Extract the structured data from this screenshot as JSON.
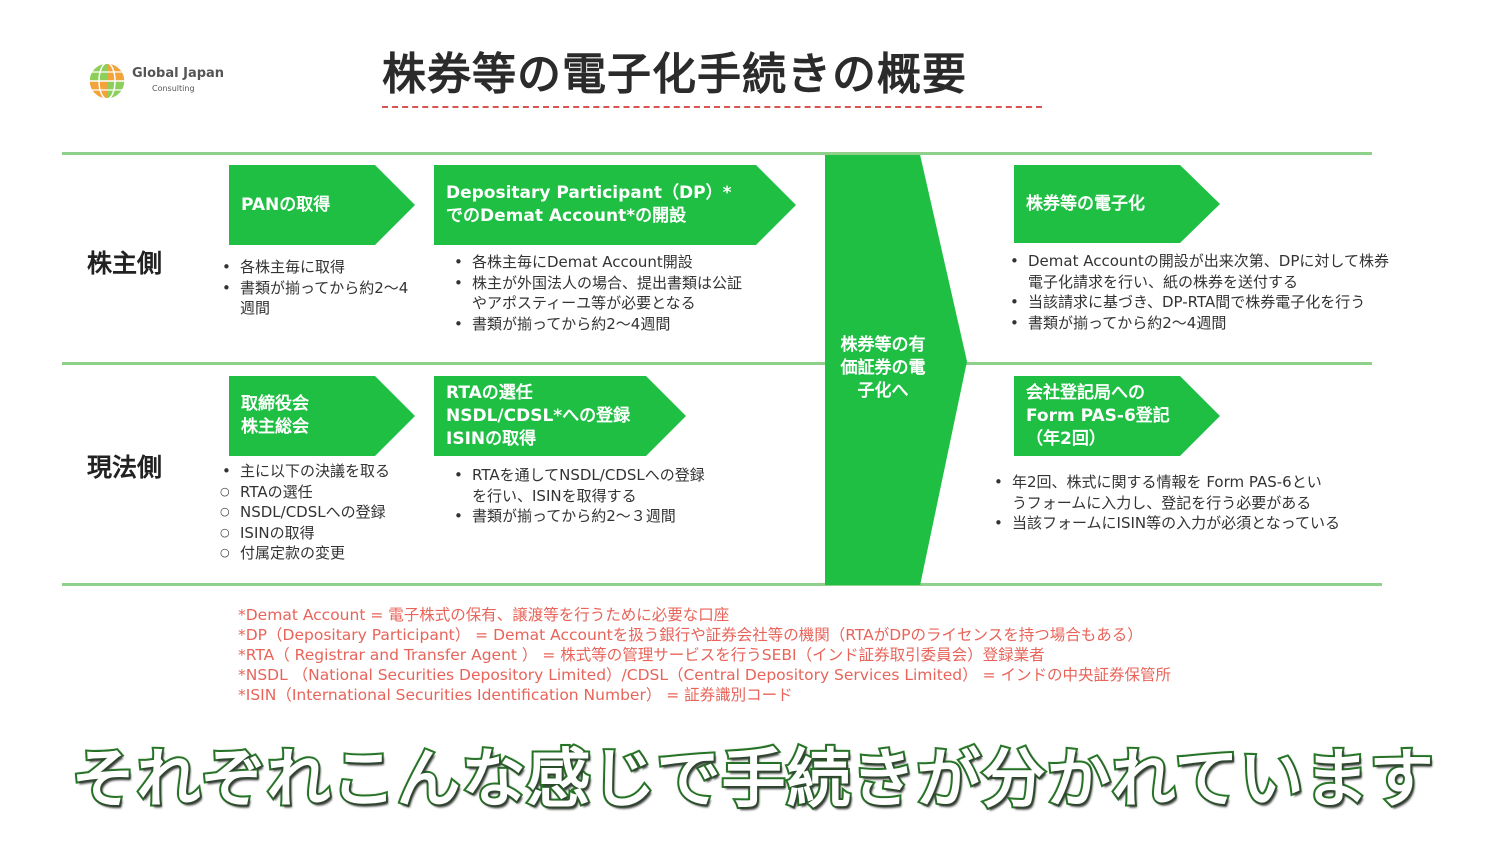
{
  "logo": {
    "name": "Global Japan",
    "sub": "Consulting",
    "icon": "globe-icon"
  },
  "title": "株券等の電子化手続きの概要",
  "rows": {
    "shareholder": "株主側",
    "company": "現法側"
  },
  "steps": {
    "pan": {
      "label": "PANの取得"
    },
    "dp": {
      "label": "Depositary Participant（DP）*\nでのDemat Account*の開設"
    },
    "dematerialize": {
      "label": "株券等の電子化"
    },
    "board": {
      "label": "取締役会\n株主総会"
    },
    "rta": {
      "label": "RTAの選任\nNSDL/CDSL*への登録\nISINの取得"
    },
    "registrar": {
      "label": "会社登記局への\nForm PAS-6登記\n（年2回）"
    }
  },
  "pillar": {
    "label": "株券等の有\n価証券の電\n子化へ"
  },
  "bullets": {
    "pan": [
      "各株主毎に取得",
      "書類が揃ってから約2～4\n週間"
    ],
    "dp": [
      "各株主毎にDemat Account開設",
      "株主が外国法人の場合、提出書類は公証\nやアポスティーユ等が必要となる",
      "書類が揃ってから約2～4週間"
    ],
    "dematerialize": [
      "Demat Accountの開設が出来次第、DPに対して株券\n電子化請求を行い、紙の株券を送付する",
      "当該請求に基づき、DP-RTA間で株券電子化を行う",
      "書類が揃ってから約2～4週間"
    ],
    "board_main": "主に以下の決議を取る",
    "board_sub": [
      "RTAの選任",
      "NSDL/CDSLへの登録",
      "ISINの取得",
      "付属定款の変更"
    ],
    "rta": [
      "RTAを通してNSDL/CDSLへの登録\nを行い、ISINを取得する",
      "書類が揃ってから約2～３週間"
    ],
    "registrar": [
      "年2回、株式に関する情報を Form PAS-6とい\nうフォームに入力し、登記を行う必要がある",
      "当該フォームにISIN等の入力が必須となっている"
    ]
  },
  "notes": [
    "*Demat Account = 電子株式の保有、譲渡等を行うために必要な口座",
    "*DP（Depositary Participant） = Demat Accountを扱う銀行や証券会社等の機関（RTAがDPのライセンスを持つ場合もある）",
    "*RTA（ Registrar and  Transfer Agent ） = 株式等の管理サービスを行うSEBI（インド証券取引委員会）登録業者",
    "*NSDL （National Securities Depository Limited）/CDSL（Central Depository Services Limited） = インドの中央証券保管所",
    "*ISIN（International Securities Identification Number） = 証券識別コード"
  ],
  "caption": "それぞれこんな感じで手続きが分かれています",
  "colors": {
    "accent_green": "#1fbf44",
    "rule_green": "#8fd18a",
    "note_red": "#e8645a"
  }
}
